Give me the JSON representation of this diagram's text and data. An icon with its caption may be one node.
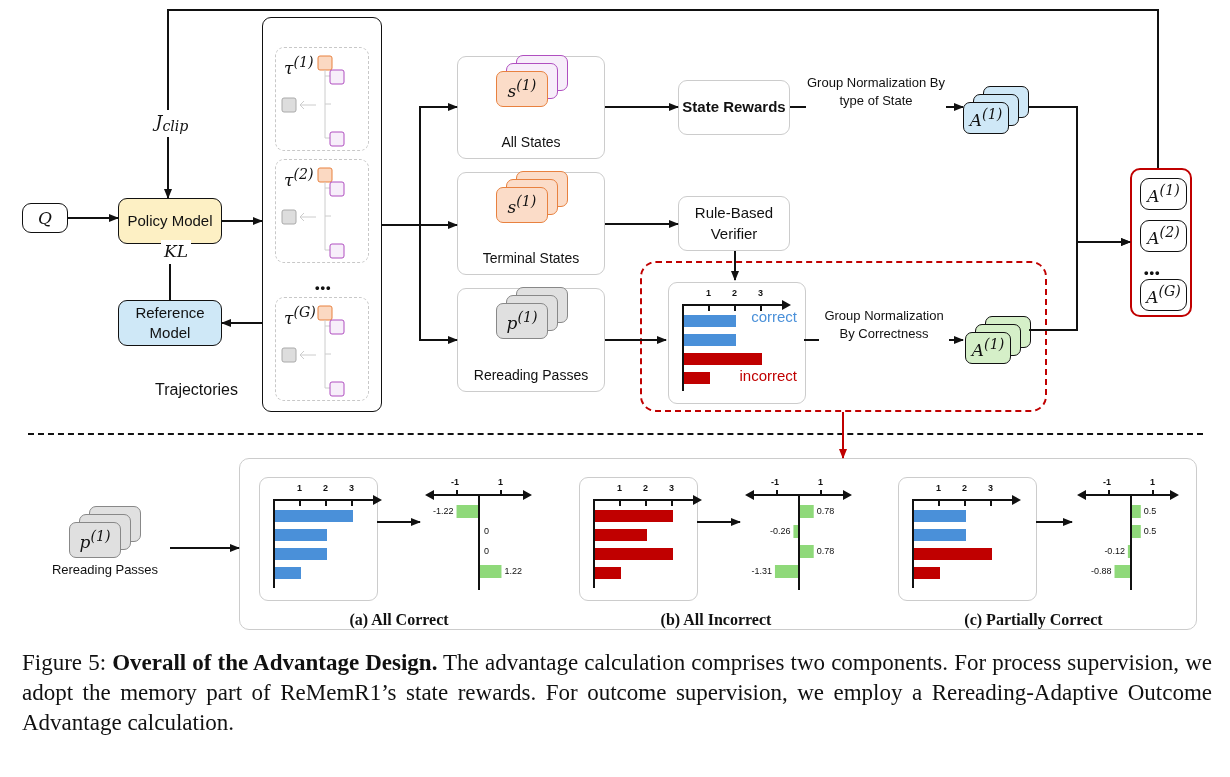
{
  "diagram": {
    "caption": "Figure 5: **Overall of the Advantage Design.** The advantage calculation comprises two components. For process supervision, we adopt the memory part of ReMemR1’s state rewards. For outcome supervision, we employ a Rereading-Adaptive Outcome Advantage calculation.",
    "nodes": [
      {
        "text": [
          "Q"
        ]
      },
      {
        "text": [
          "Policy Model"
        ]
      },
      {
        "text": [
          "Reference Model"
        ]
      },
      {
        "text": [
          "Trajectories"
        ]
      },
      {
        "text": [
          "τ$^{(1)}$"
        ],
        "in": 3
      },
      {
        "text": [
          "τ$^{(2)}$"
        ],
        "in": 3
      },
      {
        "text": [
          "τ$^{(G)}$"
        ],
        "in": 3
      },
      {
        "text": [
          "s$^{(1)}$",
          "All States"
        ]
      },
      {
        "text": [
          "s$^{(1)}$",
          "Terminal States"
        ]
      },
      {
        "text": [
          "p$^{(1)}$",
          "Rereading Passes"
        ]
      },
      {
        "text": [
          "State Rewards"
        ]
      },
      {
        "text": [
          "Rule-Based Verifier"
        ]
      },
      {
        "text": [],
        "shape": "box"
      },
      {
        "text": [
          "1",
          "2",
          "3",
          "correct",
          "incorrect"
        ],
        "in": 12
      },
      {
        "text": [
          "A$^{(1)}$"
        ],
        "in": 12
      },
      {
        "text": [
          "A$^{(1)}$"
        ]
      },
      {
        "text": [],
        "shape": "box"
      },
      {
        "text": [
          "A$^{(1)}$"
        ],
        "in": 16
      },
      {
        "text": [
          "A$^{(2)}$"
        ],
        "in": 16
      },
      {
        "text": [
          "A$^{(G)}$"
        ],
        "in": 16
      },
      {
        "text": [
          "p$^{(1)}$",
          "Rereading Passes"
        ]
      },
      {
        "text": [],
        "shape": "box"
      },
      {
        "text": [
          "(a) All Correct"
        ],
        "in": 21
      },
      {
        "text": [
          "1",
          "2",
          "3"
        ],
        "in": 22
      },
      {
        "text": [
          "-1",
          "1",
          "-1.22",
          "0",
          "0",
          "1.22"
        ],
        "in": 22
      },
      {
        "text": [
          "(b) All Incorrect"
        ],
        "in": 21
      },
      {
        "text": [
          "1",
          "2",
          "3"
        ],
        "in": 25
      },
      {
        "text": [
          "-1",
          "1",
          "0.78",
          "-0.26",
          "0.78",
          "-1.31"
        ],
        "in": 25
      },
      {
        "text": [
          "(c) Partially Correct"
        ],
        "in": 21
      },
      {
        "text": [
          "1",
          "2",
          "3"
        ],
        "in": 28
      },
      {
        "text": [
          "-1",
          "1",
          "0.5",
          "0.5",
          "-0.12",
          "-0.88"
        ],
        "in": 28
      }
    ],
    "edges": [
      {
        "from": 0,
        "to": 1,
        "arrow": "to"
      },
      {
        "from": 1,
        "to": 3,
        "arrow": "to"
      },
      {
        "from": 2,
        "to": 1,
        "label": "KL",
        "arrow": "to"
      },
      {
        "from": 3,
        "to": 2,
        "arrow": "to"
      },
      {
        "from": 3,
        "to": 7,
        "arrow": "to"
      },
      {
        "from": 3,
        "to": 8,
        "arrow": "to"
      },
      {
        "from": 3,
        "to": 9,
        "arrow": "to"
      },
      {
        "from": 7,
        "to": 10,
        "arrow": "to"
      },
      {
        "from": 10,
        "to": 15,
        "label": "Group Normalization By type of State",
        "arrow": "to"
      },
      {
        "from": 8,
        "to": 11,
        "arrow": "to"
      },
      {
        "from": 11,
        "to": 13,
        "arrow": "to"
      },
      {
        "from": 9,
        "to": 13,
        "arrow": "to"
      },
      {
        "from": 13,
        "to": 14,
        "label": "Group Normalization By Correctness",
        "arrow": "to"
      },
      {
        "from": 15,
        "to": 16,
        "arrow": "to"
      },
      {
        "from": 14,
        "to": 16,
        "arrow": "to"
      },
      {
        "from": 16,
        "to": 1,
        "label": "J$_{clip}$",
        "arrow": "to"
      },
      {
        "from": 12,
        "to": 21,
        "arrow": "to",
        "color": "#c00000"
      },
      {
        "from": 20,
        "to": 21,
        "arrow": "to"
      },
      {
        "from": 23,
        "to": 24,
        "arrow": "to"
      },
      {
        "from": 26,
        "to": 27,
        "arrow": "to"
      },
      {
        "from": 29,
        "to": 30,
        "arrow": "to"
      }
    ],
    "labels": [
      "•••",
      "•••"
    ]
  }
}
